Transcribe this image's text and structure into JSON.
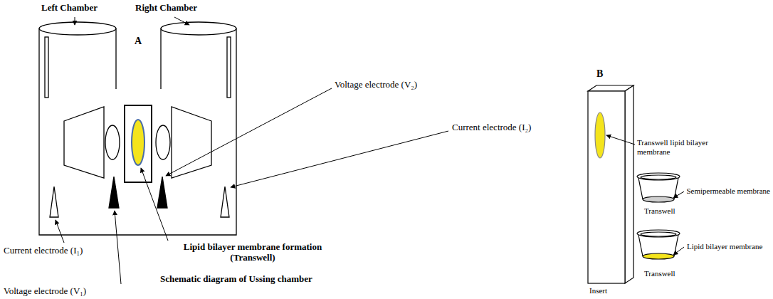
{
  "diagram": {
    "caption": "Schematic diagram of Ussing chamber",
    "labels": [
      "Left Chamber",
      "Right Chamber",
      "A",
      "Voltage electrode (V₂)",
      "Current electrode (I₂)",
      "Current electrode (I₁)",
      "Lipid bilayer membrane formation (Transwell)",
      "Voltage electrode (V₁)",
      "B",
      "Transwell lipid bilayer membrane",
      "Semipermeable membrane",
      "Transwell",
      "Lipid bilayer membrane",
      "Transwell",
      "Insert"
    ]
  }
}
